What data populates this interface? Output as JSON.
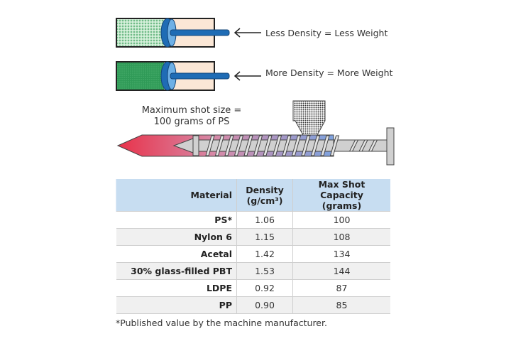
{
  "cylinders": [
    {
      "label": "Less Density = Less Weight",
      "fill_color": "#8fd0a0"
    },
    {
      "label": "More Density = More Weight",
      "fill_color": "#2f9a57"
    }
  ],
  "shot_caption": {
    "line1": "Maximum shot size =",
    "line2": "100 grams of PS"
  },
  "table": {
    "headers": {
      "material": "Material",
      "density_l1": "Density",
      "density_l2": "(g/cm³)",
      "capacity_l1": "Max Shot Capacity",
      "capacity_l2": "(grams)"
    },
    "rows": [
      {
        "material": "PS*",
        "density": "1.06",
        "capacity": "100"
      },
      {
        "material": "Nylon 6",
        "density": "1.15",
        "capacity": "108"
      },
      {
        "material": "Acetal",
        "density": "1.42",
        "capacity": "134"
      },
      {
        "material": "30% glass-filled PBT",
        "density": "1.53",
        "capacity": "144"
      },
      {
        "material": "LDPE",
        "density": "0.92",
        "capacity": "87"
      },
      {
        "material": "PP",
        "density": "0.90",
        "capacity": "85"
      }
    ]
  },
  "footnote": "*Published value by the machine manufacturer."
}
